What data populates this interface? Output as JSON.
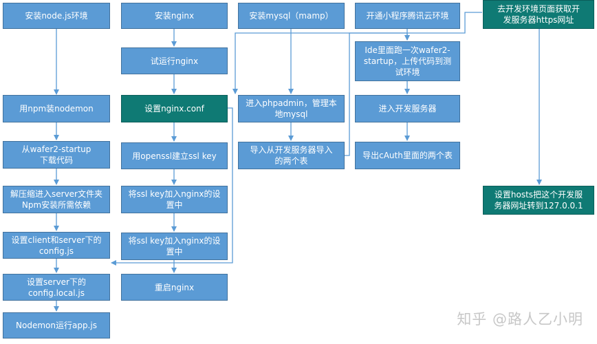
{
  "col1": {
    "install_node": "安装node.js环境",
    "npm_nodemon": "用npm装nodemon",
    "download_code": "从wafer2-startup\n下载代码",
    "unzip_install": "解压缩进入server文件夹\nNpm安装所需依赖",
    "config_client_server": "设置client和server下的\nconfig.js",
    "config_local": "设置server下的\nconfig.local.js",
    "run_app": "Nodemon运行app.js"
  },
  "col2": {
    "install_nginx": "安装nginx",
    "try_nginx": "试运行nginx",
    "nginx_conf": "设置nginx.conf",
    "openssl_key": "用openssl建立ssl key",
    "add_ssl_1": "将ssl key加入nginx的设\n置中",
    "add_ssl_2": "将ssl key加入nginx的设\n置中",
    "restart_nginx": "重启nginx"
  },
  "col3": {
    "install_mysql": "安装mysql（mamp）",
    "phpadmin": "进入phpadmin，管理本\n地mysql",
    "import_tables": "导入从开发服务器导入\n的两个表"
  },
  "col4": {
    "tencent_cloud": "开通小程序腾讯云环境",
    "ide_upload": "Ide里面跑一次wafer2-\nstartup，上传代码到测\n试环境",
    "enter_server": "进入开发服务器",
    "export_tables": "导出cAuth里面的两个表"
  },
  "col5": {
    "get_https": "去开发环境页面获取开\n发服务器https网址",
    "set_hosts": "设置hosts把这个开发服\n务器网址转到127.0.0.1"
  },
  "watermark": "知乎 @路人乙小明",
  "colors": {
    "box": "#5b9bd5",
    "teal": "#0f7a74",
    "arrow": "#5b9bd5"
  }
}
